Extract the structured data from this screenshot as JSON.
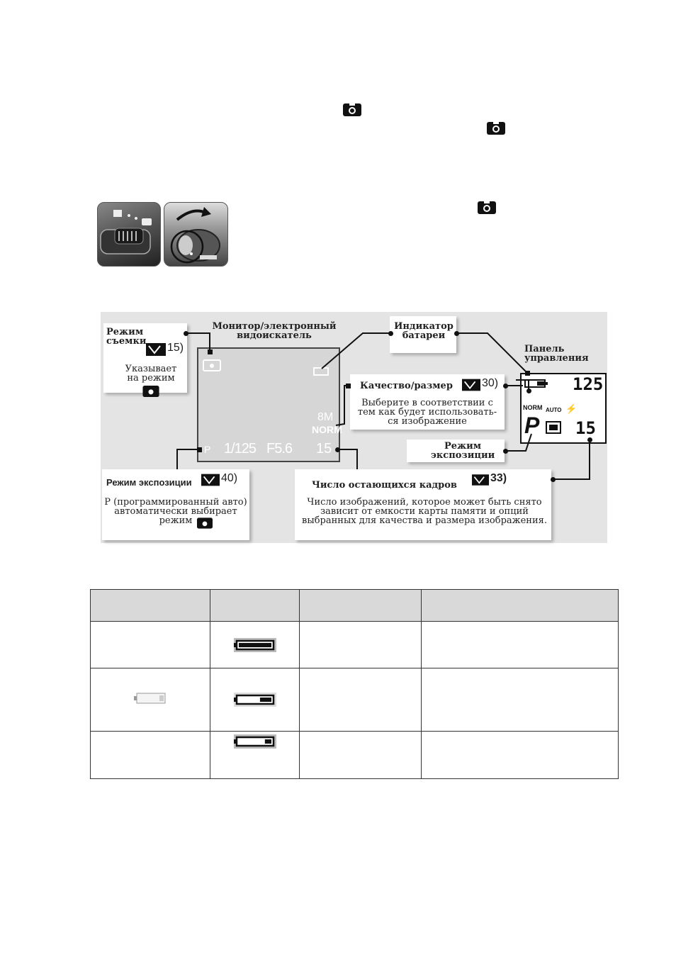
{
  "doc": {
    "line1": "",
    "line2": "",
    "line3": ""
  },
  "icons": {
    "camera": "camera-icon",
    "book": "reference-book-icon"
  },
  "diagram": {
    "monitor_label": "Монитор/электронный видоискатель",
    "shooting_mode": {
      "title": "Режим съемки",
      "ref": "15)",
      "desc": "Указывает на режим"
    },
    "battery_indicator": "Индикатор батареи",
    "control_panel": "Панель управления",
    "quality": {
      "title": "Качество/размер",
      "ref": "30)",
      "desc": "Выберите в соответствии с тем как будет использовать-ся изображение"
    },
    "exposure_mode_small": "Режим экспозиции",
    "exposure_mode": {
      "title": "Режим экспозиции",
      "ref": "40)",
      "desc": "P (программированный авто) автоматически выбирает режим"
    },
    "frames_left": {
      "title": "Число остающихся кадров",
      "ref": "33)",
      "desc": "Число изображений, которое может быть снято зависит от емкости карты памяти и опций выбранных для качества и размера изображения."
    },
    "screen": {
      "shutter": "1/125",
      "aperture": "F5.6",
      "frames": "15",
      "quality_badge": "8M",
      "quality_norm": "NORM",
      "mode_letter": "P"
    },
    "panel": {
      "shutter": "125",
      "quality": "NORM",
      "flash": "AUTO",
      "mode": "P",
      "frames": "15"
    }
  },
  "table": {
    "headers": [
      "",
      "",
      "",
      ""
    ],
    "rows": [
      {
        "c1": "",
        "c3": "",
        "c4": "",
        "level": 1.0
      },
      {
        "c1": "",
        "c3": "",
        "c4": "",
        "level": 0.35
      },
      {
        "c1": "",
        "c3": "",
        "c4": "",
        "level": 0.2
      }
    ]
  }
}
